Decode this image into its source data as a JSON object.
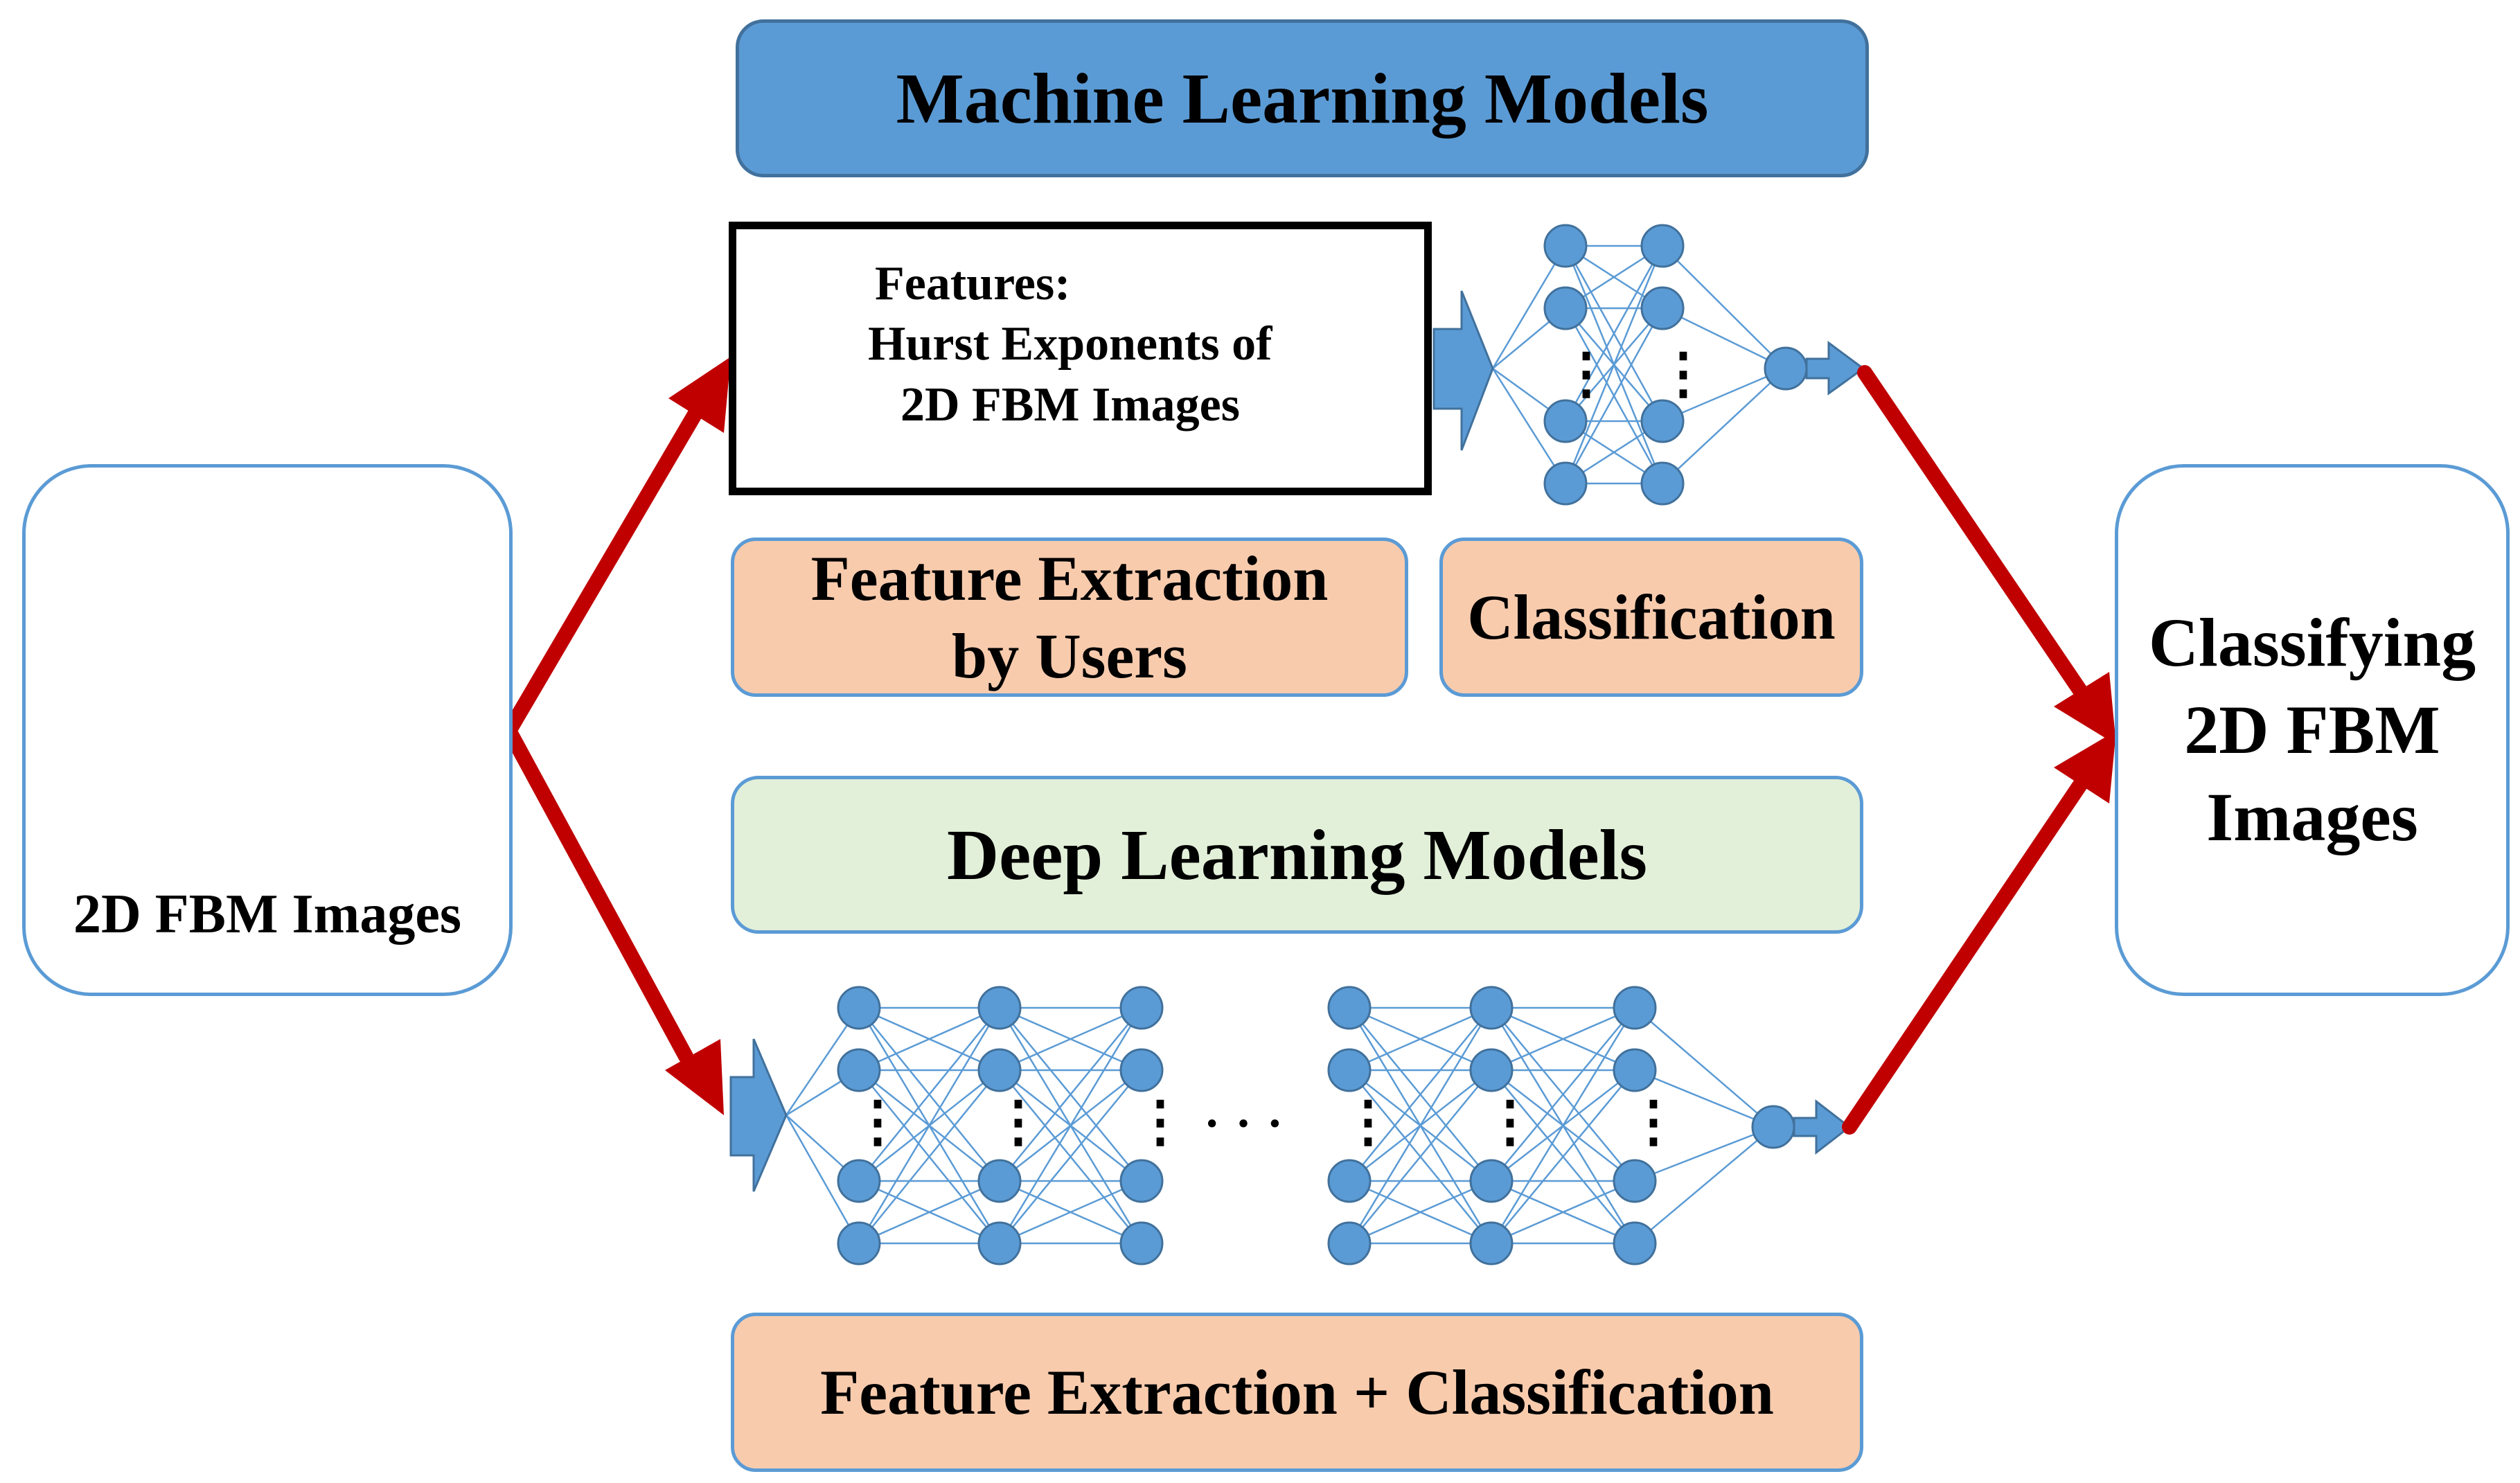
{
  "ml_title": "Machine Learning Models",
  "features": {
    "line1": "Features:",
    "line2": "Hurst Exponents of",
    "line3": "2D FBM Images"
  },
  "feature_extraction_users": {
    "line1": "Feature Extraction",
    "line2": "by Users"
  },
  "classification": "Classification",
  "dl_title": "Deep Learning Models",
  "feature_extraction_classification": "Feature Extraction + Classification",
  "input_caption": "2D FBM Images",
  "output": {
    "line1": "Classifying",
    "line2": "2D FBM",
    "line3": "Images"
  },
  "colors": {
    "node": "#5b9bd5",
    "node_stroke": "#41719c",
    "link": "#5b9bd5",
    "flow_arrow": "#c00000",
    "ml_header": "#5b9bd5",
    "dl_header": "#e2f0d9",
    "stage_box": "#f8cbad"
  },
  "icons": {
    "input_arrow": "block-arrow-right-icon",
    "output_arrow": "block-arrow-right-icon",
    "flow": "red-arrow-icon"
  }
}
